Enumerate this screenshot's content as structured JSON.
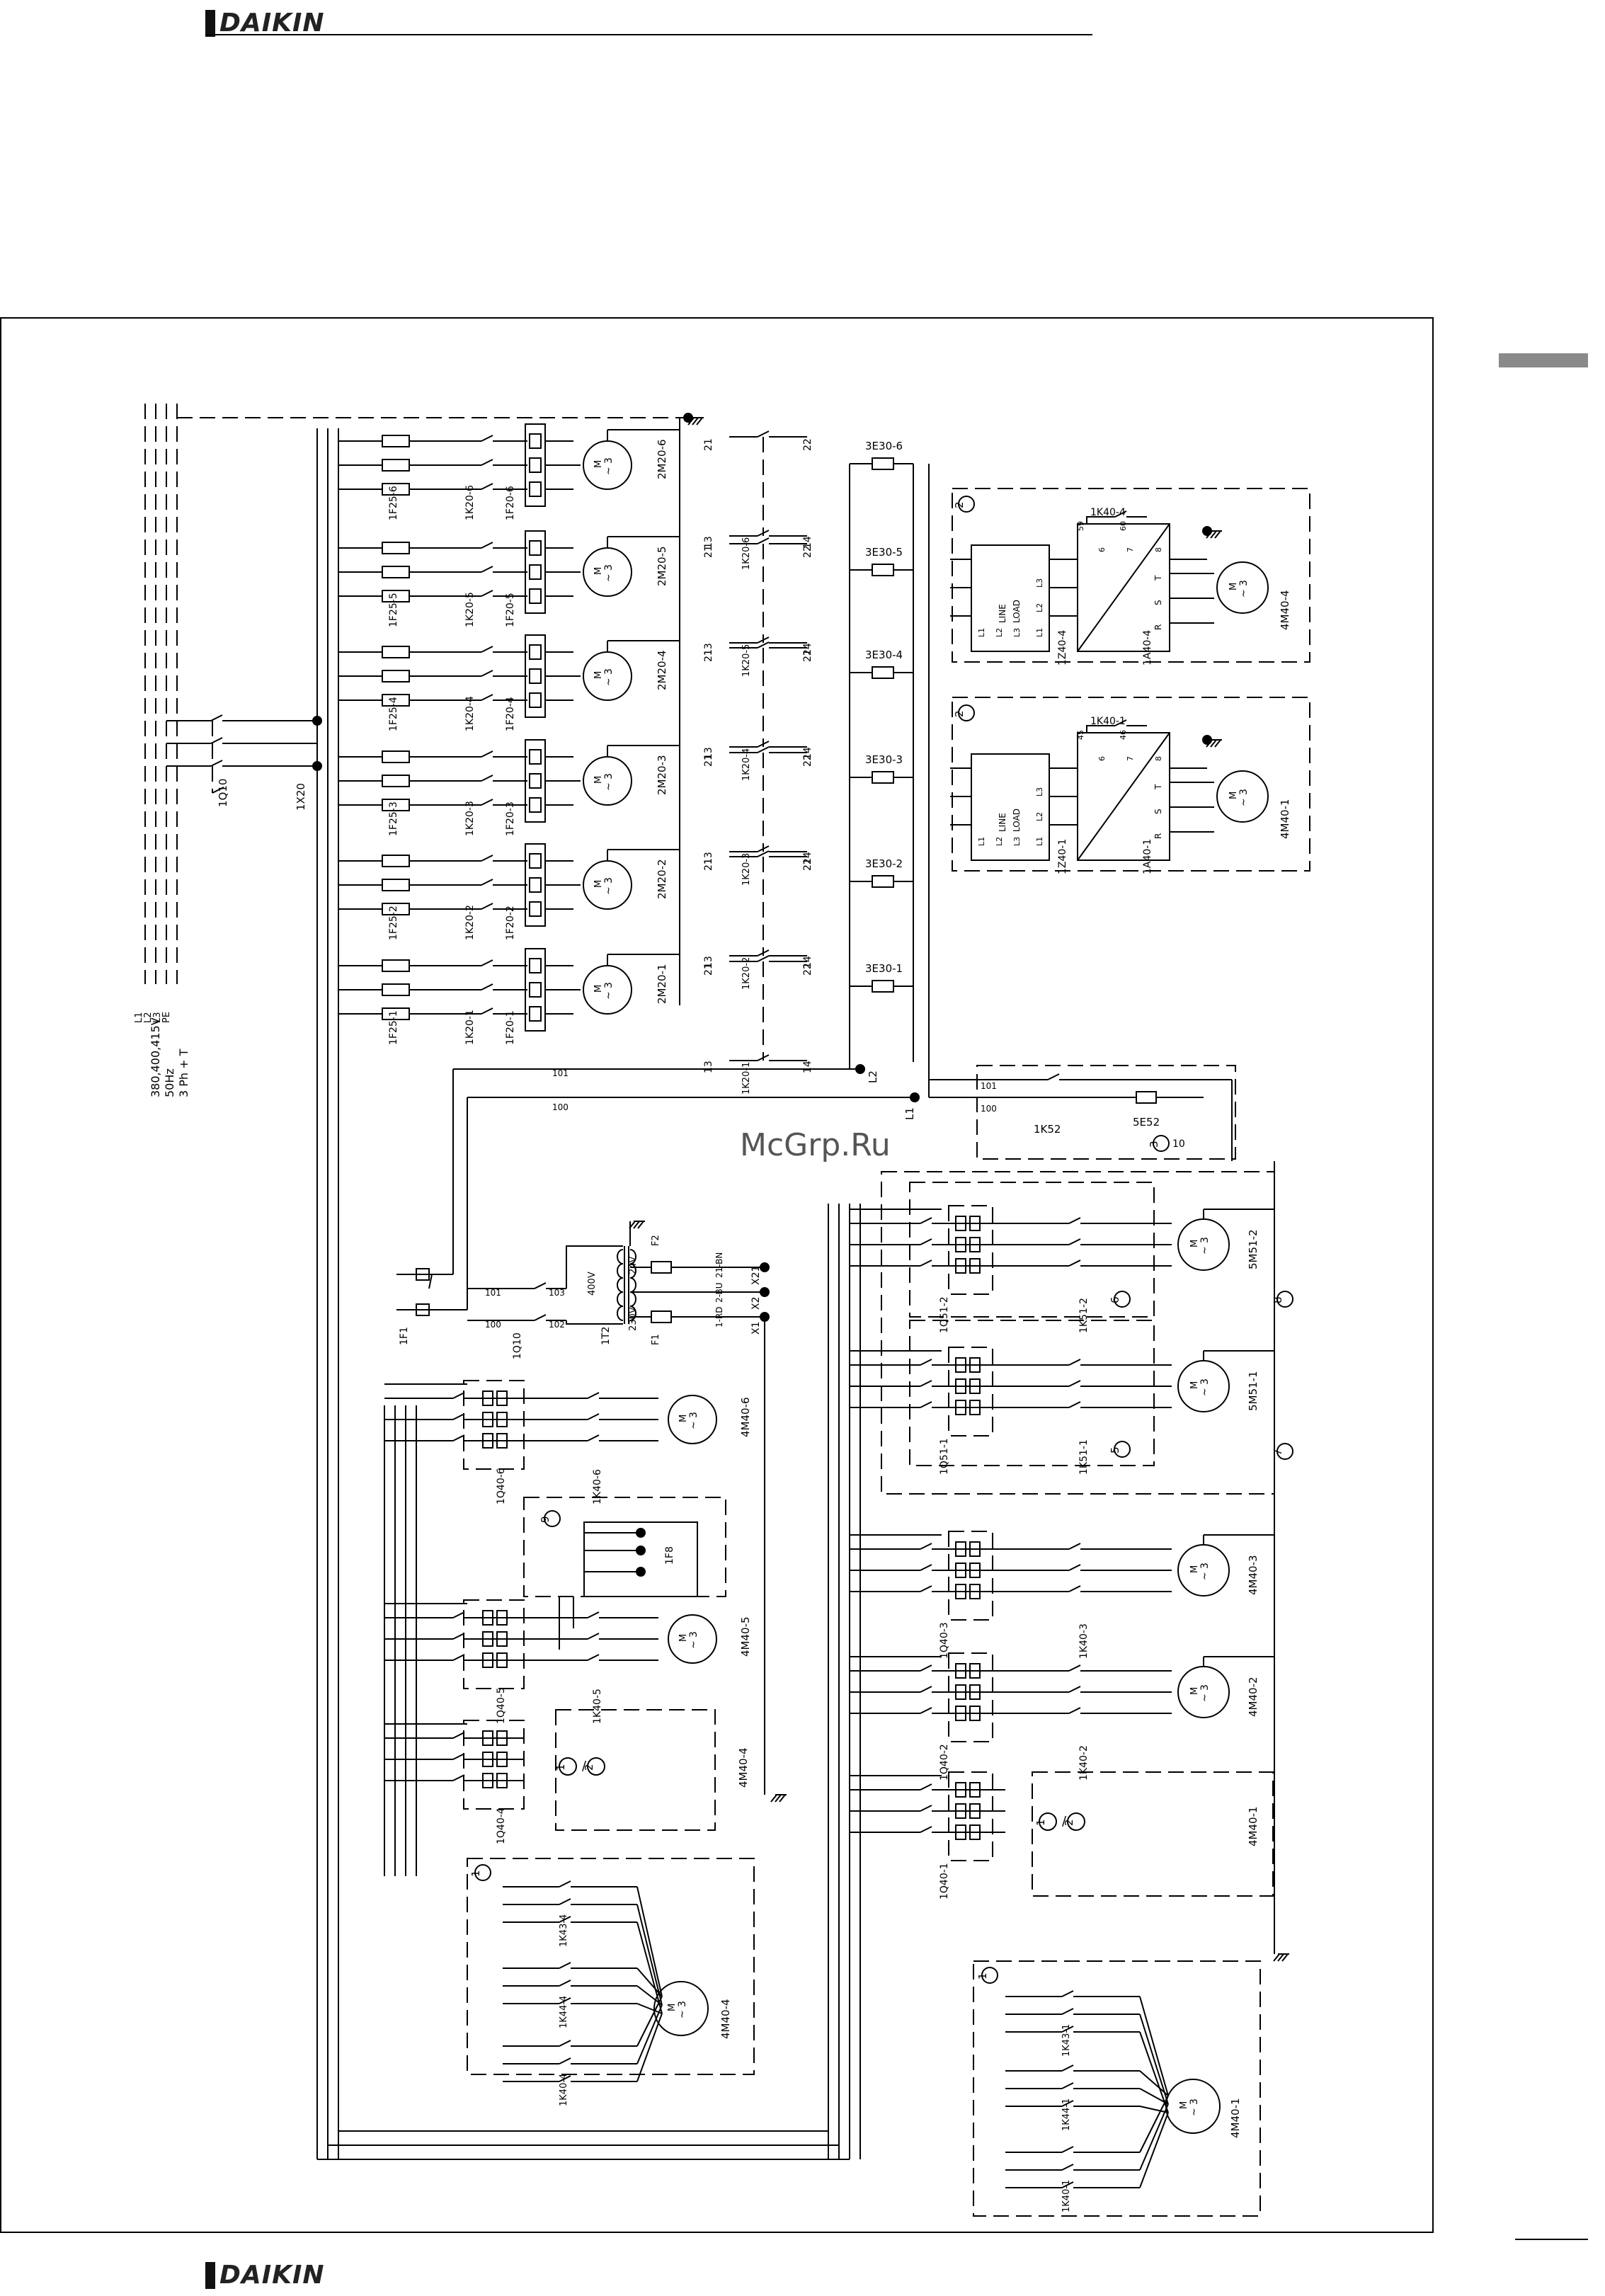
{
  "brand": {
    "top_logo": "DAIKIN",
    "bottom_logo": "DAIKIN"
  },
  "watermark": "McGrp.Ru",
  "supply": {
    "voltage": "380,400,415V",
    "freq": "50Hz",
    "phase": "3 Ph + T",
    "lines": [
      "L1",
      "L2",
      "L3",
      "PE"
    ]
  },
  "main_switch": "1Q10",
  "bus_label": "1X20",
  "pumps": [
    {
      "motor": "2M20-6",
      "fuse": "1F25-6",
      "ovl": "1F20-6",
      "cont": "1K20-6"
    },
    {
      "motor": "2M20-5",
      "fuse": "1F25-5",
      "ovl": "1F20-5",
      "cont": "1K20-5"
    },
    {
      "motor": "2M20-4",
      "fuse": "1F25-4",
      "ovl": "1F20-4",
      "cont": "1K20-4"
    },
    {
      "motor": "2M20-3",
      "fuse": "1F25-3",
      "ovl": "1F20-3",
      "cont": "1K20-3"
    },
    {
      "motor": "2M20-2",
      "fuse": "1F25-2",
      "ovl": "1F20-2",
      "cont": "1K20-2"
    },
    {
      "motor": "2M20-1",
      "fuse": "1F25-1",
      "ovl": "1F20-1",
      "cont": "1K20-1"
    }
  ],
  "aux_contacts": {
    "n21": "21",
    "n22": "22",
    "n13": "13",
    "n14": "14"
  },
  "relays": [
    "3E30-6",
    "3E30-5",
    "3E30-4",
    "3E30-3",
    "3E30-2",
    "3E30-1"
  ],
  "wires": {
    "w101": "101",
    "w100": "100",
    "w102": "102",
    "w103": "103",
    "L1": "L1",
    "L2": "L2"
  },
  "inverters": [
    {
      "circle": "2",
      "k": "1K40-4",
      "z": "1Z40-4",
      "a": "1A40-4",
      "motor": "4M40-4",
      "t1": "59",
      "t2": "60"
    },
    {
      "circle": "2",
      "k": "1K40-1",
      "z": "1Z40-1",
      "a": "1A40-1",
      "motor": "4M40-1",
      "t1": "45",
      "t2": "46"
    }
  ],
  "inv_labels": {
    "line": "LINE",
    "load": "LOAD",
    "l1": "L1",
    "l2": "L2",
    "l3": "L3",
    "r": "R",
    "s": "S",
    "t": "T",
    "n6": "6",
    "n7": "7",
    "n8": "8"
  },
  "k52": {
    "k": "1K52",
    "s": "5E52",
    "circle": "3",
    "circle2": "10"
  },
  "transformer": {
    "t": "1T2",
    "f1": "F1",
    "f2": "F2",
    "v400": "400V",
    "v230": "230V",
    "v24": "24V",
    "x1": "X1",
    "x2": "X2",
    "x21": "X21",
    "rd": "1-RD",
    "bu": "2-BU",
    "bn": "21-BN",
    "f": "1F1",
    "q": "1Q10"
  },
  "fans_left": [
    {
      "motor": "4M40-6",
      "q": "1Q40-6",
      "k": "1K40-6"
    },
    {
      "motor": "4M40-5",
      "q": "1Q40-5",
      "k": "1K40-5"
    },
    {
      "motor": "4M40-4",
      "q": "1Q40-4",
      "k": ""
    }
  ],
  "f8": {
    "label": "1F8",
    "circle": "9"
  },
  "fans_right": [
    {
      "motor": "5M51-2",
      "q": "1Q51-2",
      "k": "1K51-2",
      "circle": "6"
    },
    {
      "motor": "5M51-1",
      "q": "1Q51-1",
      "k": "1K51-1",
      "circle": "5"
    },
    {
      "motor": "4M40-3",
      "q": "1Q40-3",
      "k": "1K40-3",
      "circle": ""
    },
    {
      "motor": "4M40-2",
      "q": "1Q40-2",
      "k": "1K40-2",
      "circle": ""
    },
    {
      "motor": "4M40-1",
      "q": "1Q40-1",
      "k": "",
      "circle": ""
    }
  ],
  "circle8": "8",
  "circle7": "7",
  "ref12": {
    "c1": "1",
    "slash": "/",
    "c2": "2"
  },
  "stardelta": [
    {
      "circle": "1",
      "k43": "1K43-4",
      "k44": "1K44-4",
      "k40": "1K40-4",
      "motor": "4M40-4"
    },
    {
      "circle": "1",
      "k43": "1K43-1",
      "k44": "1K44-1",
      "k40": "1K40-1",
      "motor": "4M40-1"
    }
  ],
  "motor_glyph": {
    "m": "M",
    "n": "3",
    "t": "~"
  }
}
